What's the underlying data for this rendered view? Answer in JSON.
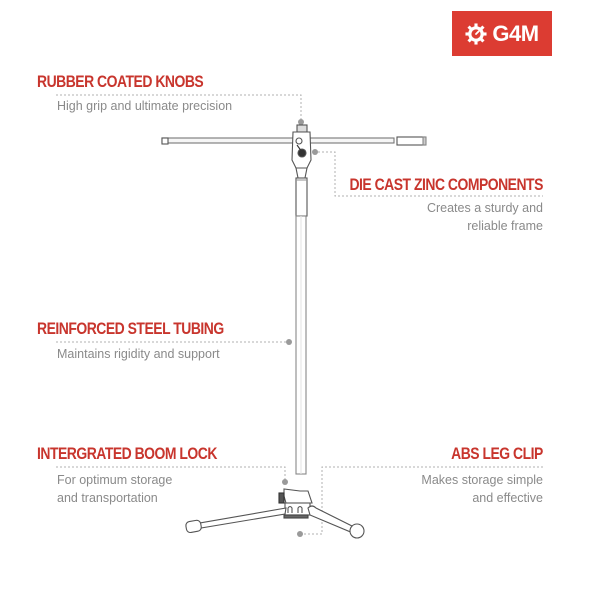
{
  "brand": {
    "logo_text": "G4M",
    "logo_icon": "gear-dial-icon",
    "accent_color": "#dc3c32"
  },
  "features": [
    {
      "title": "RUBBER COATED KNOBS",
      "description": [
        "High grip and ultimate precision"
      ]
    },
    {
      "title": "DIE CAST ZINC COMPONENTS",
      "description": [
        "Creates a sturdy and",
        "reliable frame"
      ]
    },
    {
      "title": "REINFORCED STEEL TUBING",
      "description": [
        "Maintains rigidity and support"
      ]
    },
    {
      "title": "INTERGRATED BOOM LOCK",
      "description": [
        "For optimum storage",
        "and transportation"
      ]
    },
    {
      "title": "ABS LEG CLIP",
      "description": [
        "Makes storage simple",
        "and effective"
      ]
    }
  ],
  "colors": {
    "title": "#c8352d",
    "description": "#8a8a8a",
    "leader": "#aaaaaa",
    "line_art": "#555555"
  },
  "product": "microphone-boom-stand-illustration"
}
